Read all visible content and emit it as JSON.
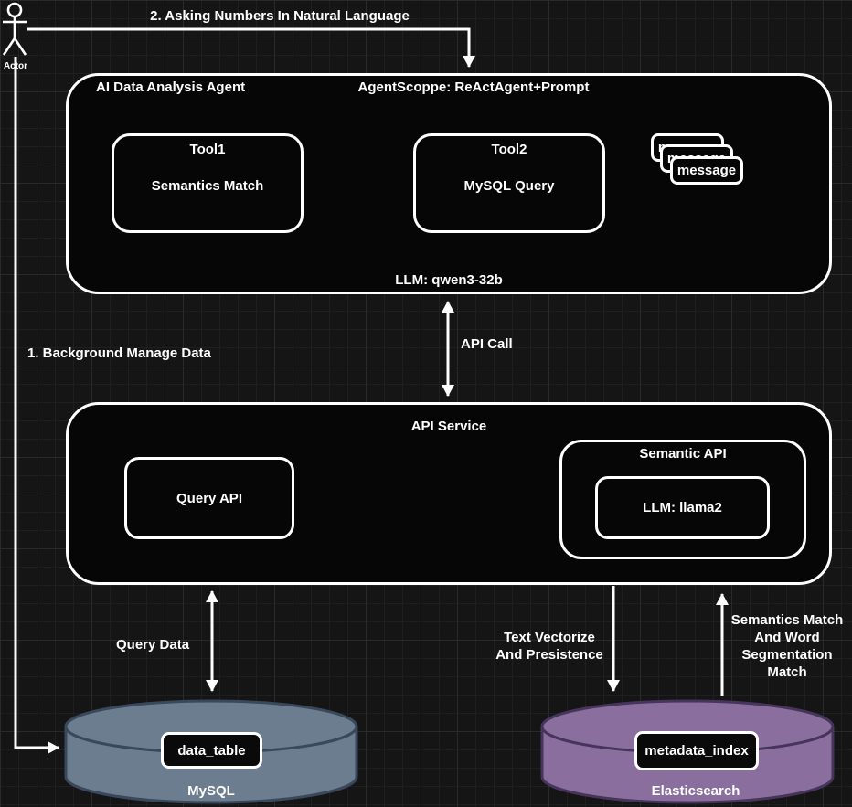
{
  "colors": {
    "background": "#151515",
    "line": "#ffffff",
    "node_fill": "#060606",
    "mysql_fill": "#6b7d8f",
    "mysql_stroke": "#39485a",
    "elasticsearch_fill": "#8a6f9e",
    "elasticsearch_stroke": "#46345a"
  },
  "actor": {
    "label": "Actor"
  },
  "connectors": {
    "asking_label": "2. Asking Numbers In Natural Language",
    "background_label": "1. Background Manage Data",
    "api_call_label": "API Call",
    "query_data_label": "Query Data",
    "vectorize_label_line1": "Text Vectorize",
    "vectorize_label_line2": "And Presistence",
    "semantics_label_lines": [
      "Semantics Match",
      "And Word",
      "Segmentation",
      "Match"
    ]
  },
  "agent": {
    "title": "AI Data Analysis Agent",
    "scope": "AgentScoppe: ReActAgent+Prompt",
    "llm": "LLM: qwen3-32b",
    "tool1": {
      "title": "Tool1",
      "subtitle": "Semantics Match"
    },
    "tool2": {
      "title": "Tool2",
      "subtitle": "MySQL Query"
    },
    "message_label": "message"
  },
  "api_service": {
    "title": "API Service",
    "query_api_label": "Query API",
    "semantic_api": {
      "title": "Semantic API",
      "llm": "LLM: llama2"
    }
  },
  "databases": {
    "mysql": {
      "name": "MySQL",
      "table": "data_table"
    },
    "elasticsearch": {
      "name": "Elasticsearch",
      "index": "metadata_index"
    }
  }
}
